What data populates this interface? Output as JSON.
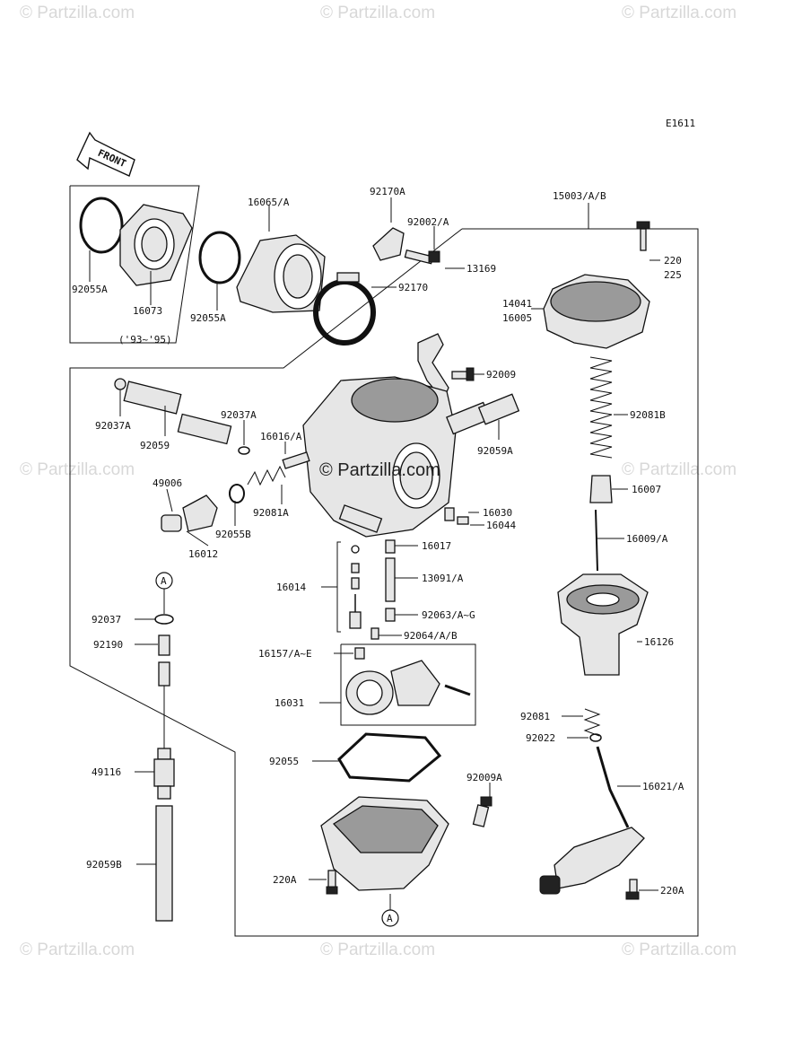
{
  "watermarks": {
    "corner": "© Partzilla.com",
    "center": "© Partzilla.com"
  },
  "diagram": {
    "code": "E1611",
    "front_label": "FRONT",
    "year_note": "('93~'95)",
    "ref_a": "A",
    "labels": {
      "p92055A_left": "92055A",
      "p16073": "16073",
      "p92055A_mid": "92055A",
      "p16065": "16065/A",
      "p92170A": "92170A",
      "p92002": "92002/A",
      "p92170": "92170",
      "p15003": "15003/A/B",
      "p220": "220",
      "p225": "225",
      "p14041": "14041",
      "p16005": "16005",
      "p13169": "13169",
      "p92009": "92009",
      "p92081B": "92081B",
      "p92037A_left": "92037A",
      "p92059": "92059",
      "p92037A_mid": "92037A",
      "p16016": "16016/A",
      "p92059A": "92059A",
      "p49006": "49006",
      "p92081A": "92081A",
      "p92055B": "92055B",
      "p16012": "16012",
      "p16007": "16007",
      "p16030": "16030",
      "p16044": "16044",
      "p16009": "16009/A",
      "p16017": "16017",
      "p16014": "16014",
      "p13091": "13091/A",
      "p92037": "92037",
      "p92063": "92063/A~G",
      "p92190": "92190",
      "p92064": "92064/A/B",
      "p16126": "16126",
      "p16157": "16157/A~E",
      "p16031": "16031",
      "p92081": "92081",
      "p92022": "92022",
      "p92055": "92055",
      "p49116": "49116",
      "p92009A": "92009A",
      "p16021": "16021/A",
      "p92059B": "92059B",
      "p220A_left": "220A",
      "p220A_right": "220A"
    }
  }
}
